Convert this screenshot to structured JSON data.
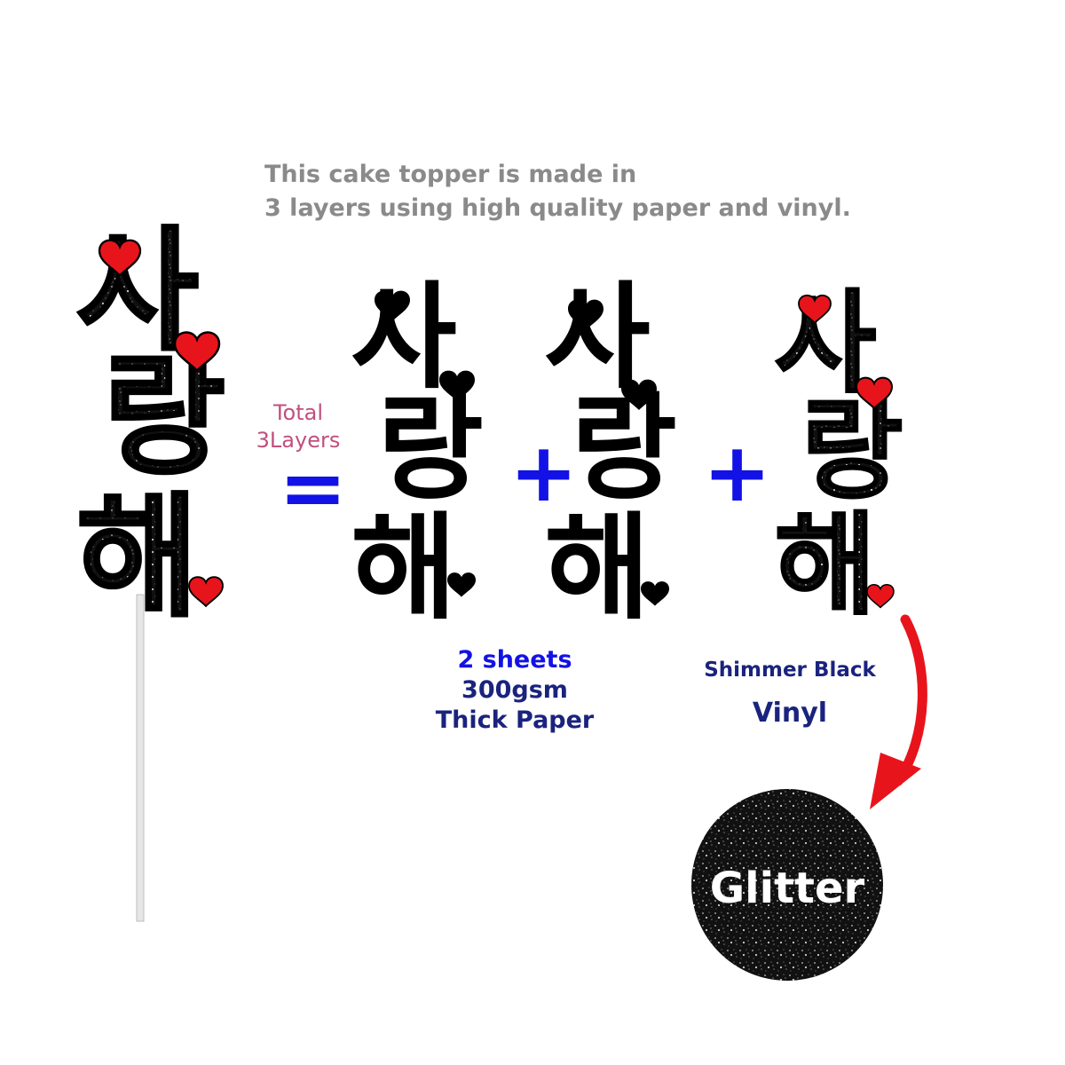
{
  "description": {
    "line1": "This cake topper is made in",
    "line2": "3 layers using high quality paper and vinyl."
  },
  "total": {
    "line1": "Total",
    "line2": "3Layers"
  },
  "operators": {
    "equals": "=",
    "plus": "+"
  },
  "topper": {
    "char1": "사",
    "char2": "랑",
    "char3": "해"
  },
  "paper_layer": {
    "line1": "2 sheets",
    "line2": "300gsm",
    "line3": "Thick Paper"
  },
  "vinyl_layer": {
    "line1": "Shimmer Black",
    "line2": "Vinyl"
  },
  "swatch": {
    "label": "Glitter"
  },
  "colors": {
    "text_gray": "#8a8a8a",
    "total_pink": "#c0507e",
    "operator_blue": "#1212e6",
    "label_navy": "#1a237e",
    "heart_red": "#e8141c",
    "topper_black": "#0a0a0a",
    "arrow_red": "#e8141c"
  }
}
